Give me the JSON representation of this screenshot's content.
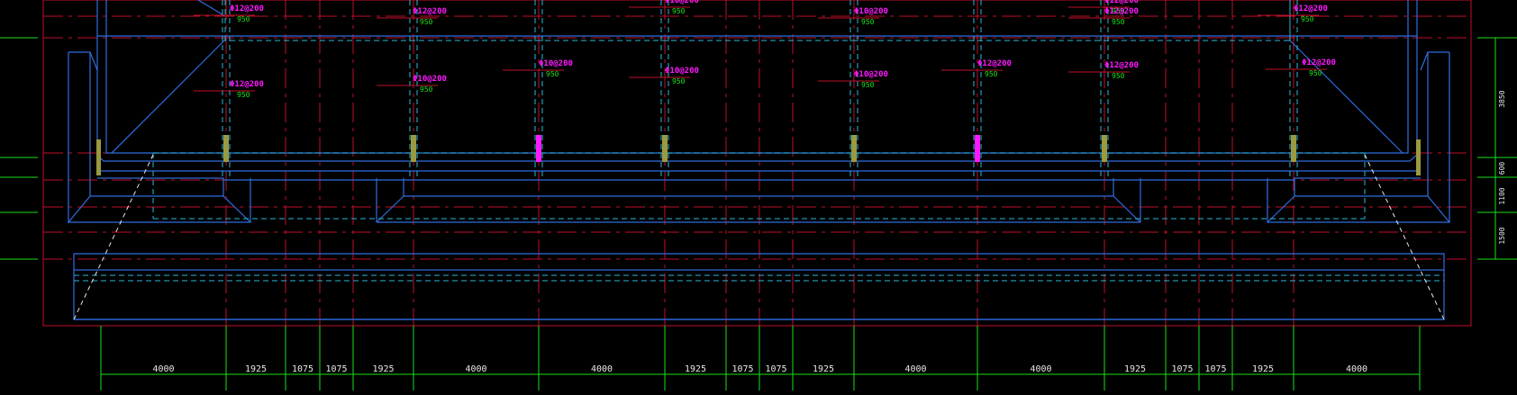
{
  "colors": {
    "background": "#000000",
    "outline": "#2f6de0",
    "dashed_blue": "#2ab8d8",
    "axis_red": "#c0102a",
    "dim_green": "#18e018",
    "rebar_magenta": "#ff18ff",
    "rebar_alt": "#ff66ff",
    "dash_white": "#e8e8e8",
    "post_olive": "#9a9a40"
  },
  "bottom_dimensions": [
    "4000",
    "1925",
    "1075",
    "1075",
    "1925",
    "4000",
    "4000",
    "1925",
    "1075",
    "1075",
    "1925",
    "4000",
    "4000",
    "1925",
    "1075",
    "1075",
    "1925",
    "4000"
  ],
  "right_dimensions": [
    "3850",
    "600",
    "1100",
    "1500"
  ],
  "rebar_labels": {
    "top_row": [
      "Φ12@200",
      "Φ12@200",
      "Φ10@200",
      "Φ10@200",
      "Φ12@200",
      "Φ12@200",
      "Φ12@200"
    ],
    "top_row_sub": [
      "950",
      "950",
      "950",
      "950",
      "950",
      "950",
      "950"
    ],
    "mid_row": [
      "Φ12@200",
      "Φ10@200",
      "Φ10@200",
      "Φ10@200",
      "Φ10@200",
      "Φ12@200",
      "Φ12@200",
      "Φ12@200"
    ],
    "mid_row_sub": [
      "950",
      "950",
      "950",
      "950",
      "950",
      "950",
      "950",
      "950"
    ]
  }
}
